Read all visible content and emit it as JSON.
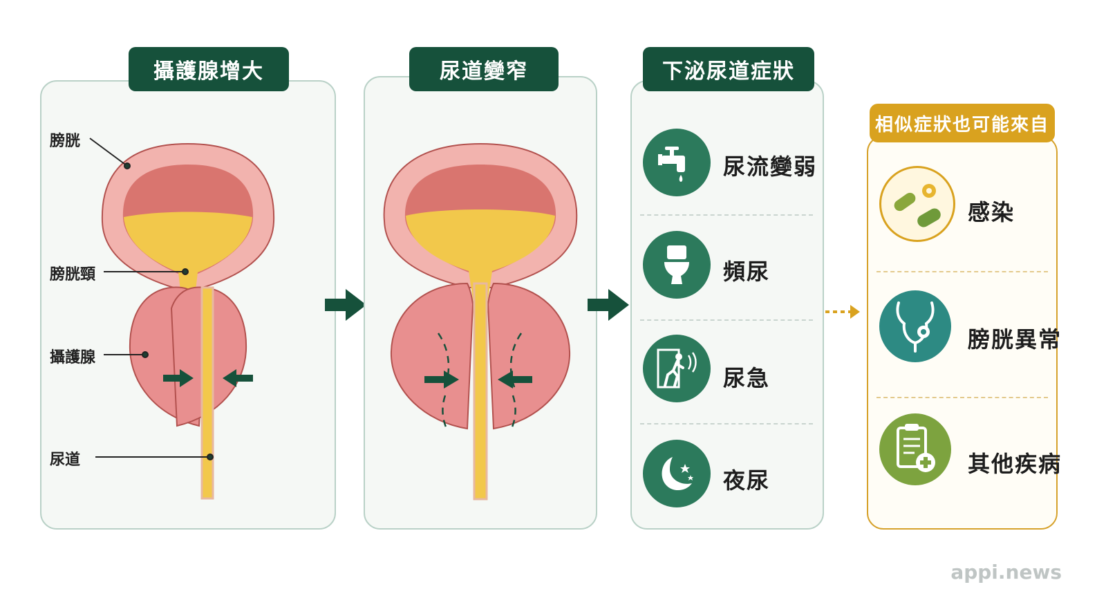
{
  "stages": {
    "stage1_title": "攝護腺增大",
    "stage2_title": "尿道變窄",
    "stage3_title": "下泌尿道症狀"
  },
  "anatomy_labels": {
    "bladder": "膀胱",
    "bladder_neck": "膀胱頸",
    "prostate": "攝護腺",
    "urethra": "尿道"
  },
  "symptoms": [
    {
      "label": "尿流變弱",
      "icon": "faucet-icon"
    },
    {
      "label": "頻尿",
      "icon": "toilet-icon"
    },
    {
      "label": "尿急",
      "icon": "rushing-person-icon"
    },
    {
      "label": "夜尿",
      "icon": "moon-icon"
    }
  ],
  "similar": {
    "title": "相似症狀也可能來自",
    "items": [
      {
        "label": "感染",
        "icon": "bacteria-icon"
      },
      {
        "label": "膀胱異常",
        "icon": "bladder-gear-icon"
      },
      {
        "label": "其他疾病",
        "icon": "clipboard-medical-icon"
      }
    ]
  },
  "watermark": "appi.news",
  "colors": {
    "dark_green": "#16513b",
    "teal_green": "#2c7a5c",
    "gold": "#d9a21f",
    "tissue_pink": "#e98f8f",
    "urine_yellow": "#f2c84b"
  }
}
